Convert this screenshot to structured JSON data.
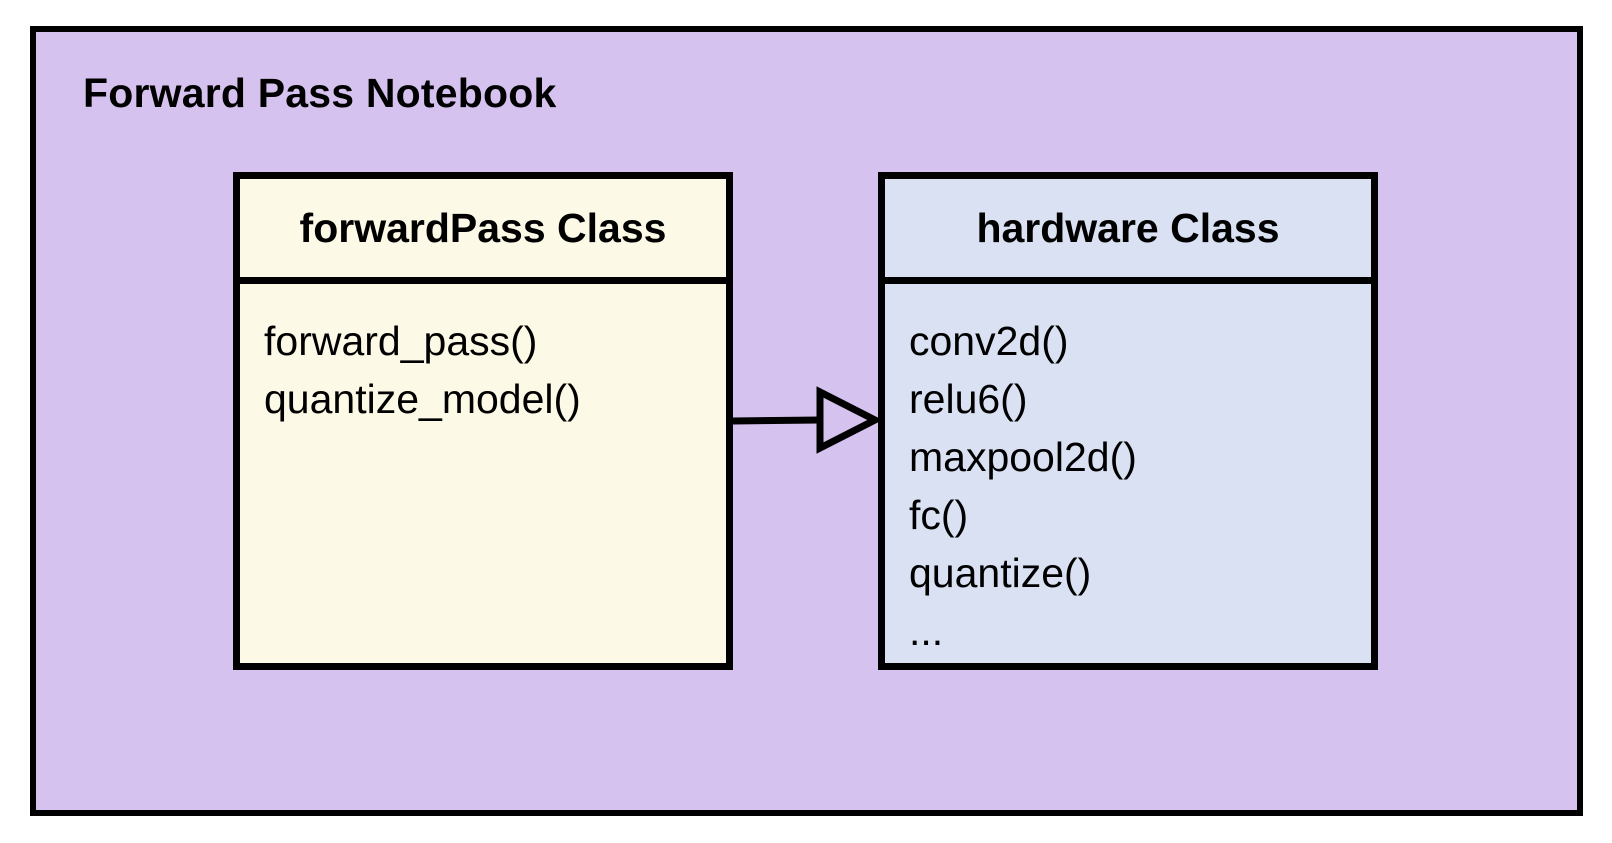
{
  "notebook": {
    "title": "Forward Pass Notebook",
    "background_color": "#d6c2ee"
  },
  "forward_pass_class": {
    "name": "forwardPass Class",
    "color": "#fcf9e6",
    "methods": [
      "forward_pass()",
      "quantize_model()"
    ]
  },
  "hardware_class": {
    "name": "hardware Class",
    "color": "#d9e1f3",
    "methods": [
      "conv2d()",
      "relu6()",
      "maxpool2d()",
      "fc()",
      "quantize()",
      "..."
    ]
  },
  "connector": {
    "type": "generalization-arrow",
    "from": "forwardPass Class",
    "to": "hardware Class"
  }
}
